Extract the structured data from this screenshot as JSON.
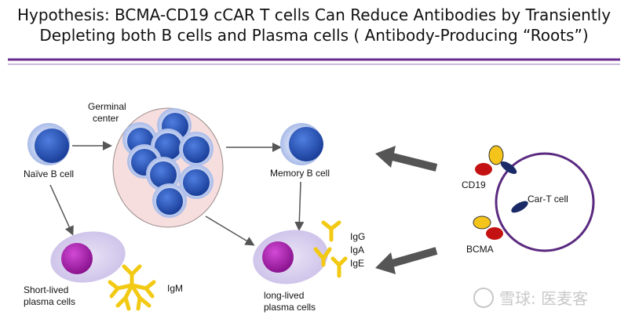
{
  "title": {
    "line1": "Hypothesis: BCMA-CD19 cCAR T cells Can Reduce Antibodies by Transiently",
    "line2": "Depleting both B cells and Plasma cells ( Antibody-Producing “Roots”)"
  },
  "labels": {
    "germinal_center": [
      "Germinal",
      "center"
    ],
    "naive_b_cell": "Naïve B cell",
    "memory_b_cell": "Memory B cell",
    "short_lived": [
      "Short-lived",
      "plasma cells"
    ],
    "igm": "IgM",
    "long_lived": [
      "long-lived",
      "plasma cells"
    ],
    "igg": "IgG",
    "iga": "IgA",
    "ige": "IgE",
    "cd19": "CD19",
    "bcma": "BCMA",
    "car_t": "Car-T cell"
  },
  "watermark": "雪球: 医麦客",
  "colors": {
    "title_rule": "#6a2c91",
    "b_cell_nucleus": "#1f4fb5",
    "b_cell_halo": "#b9c8ee",
    "germinal_fill": "#f7dede",
    "plasma_nucleus": "#a21caf",
    "antibody": "#f2c913",
    "arrow": "#555555",
    "car_t_membrane": "#5b2a80",
    "cd19_red": "#c41212",
    "antigen_yellow": "#f4c41b"
  }
}
